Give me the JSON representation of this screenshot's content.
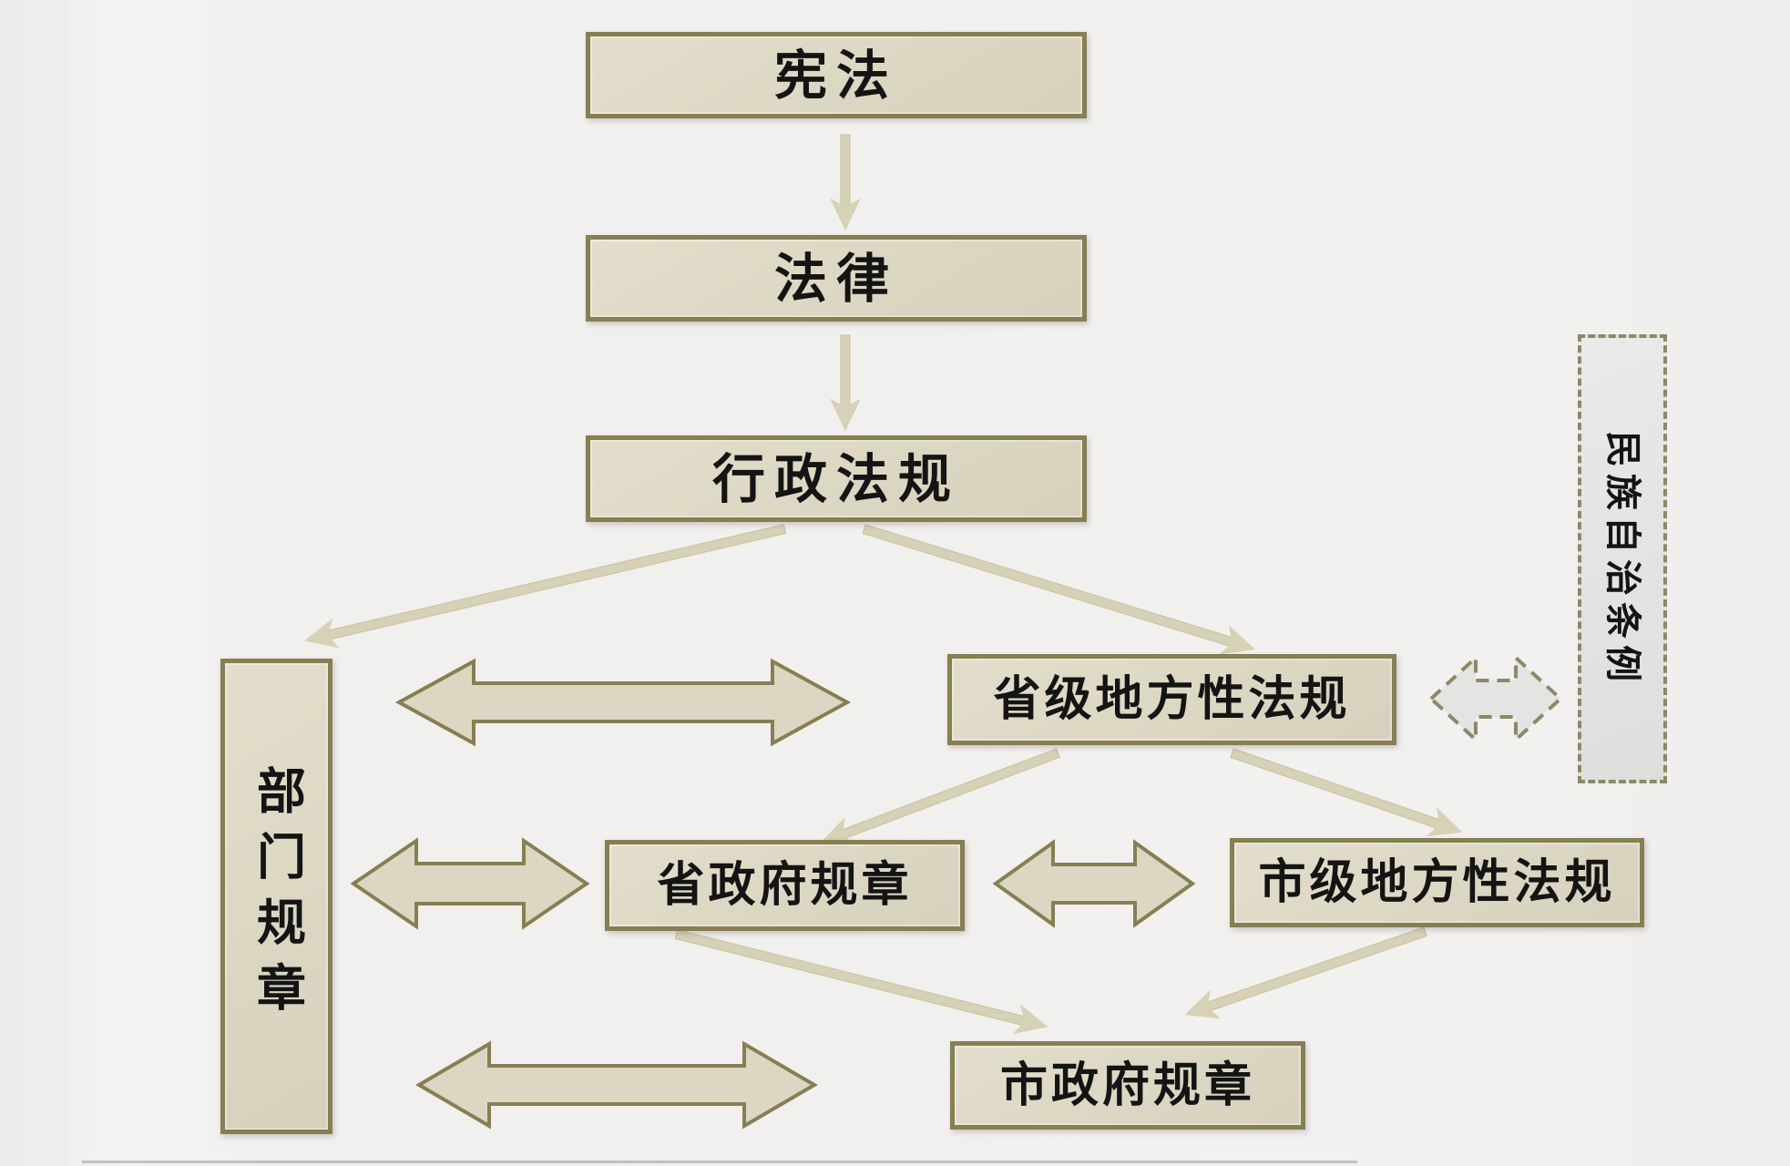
{
  "colors": {
    "bg": "#f1f0ee",
    "box_fill": "#dcd7c3",
    "box_border": "#877f52",
    "arrow_fill": "#d7d1b6",
    "arrow_edge": "#c7c0a2",
    "dashed_fill": "#e4e4e2",
    "dashed_border": "#8d8867",
    "text_color": "#141414"
  },
  "nodes": {
    "constitution": {
      "label": "宪法"
    },
    "law": {
      "label": "法律"
    },
    "admin_regulations": {
      "label": "行政法规"
    },
    "department_rules": {
      "label": "部门规章"
    },
    "provincial_local_regulations": {
      "label": "省级地方性法规"
    },
    "provincial_government_rules": {
      "label": "省政府规章"
    },
    "municipal_local_regulations": {
      "label": "市级地方性法规"
    },
    "municipal_government_rules": {
      "label": "市政府规章"
    },
    "ethnic_autonomy_regulations": {
      "label": "民族自治条例"
    }
  }
}
